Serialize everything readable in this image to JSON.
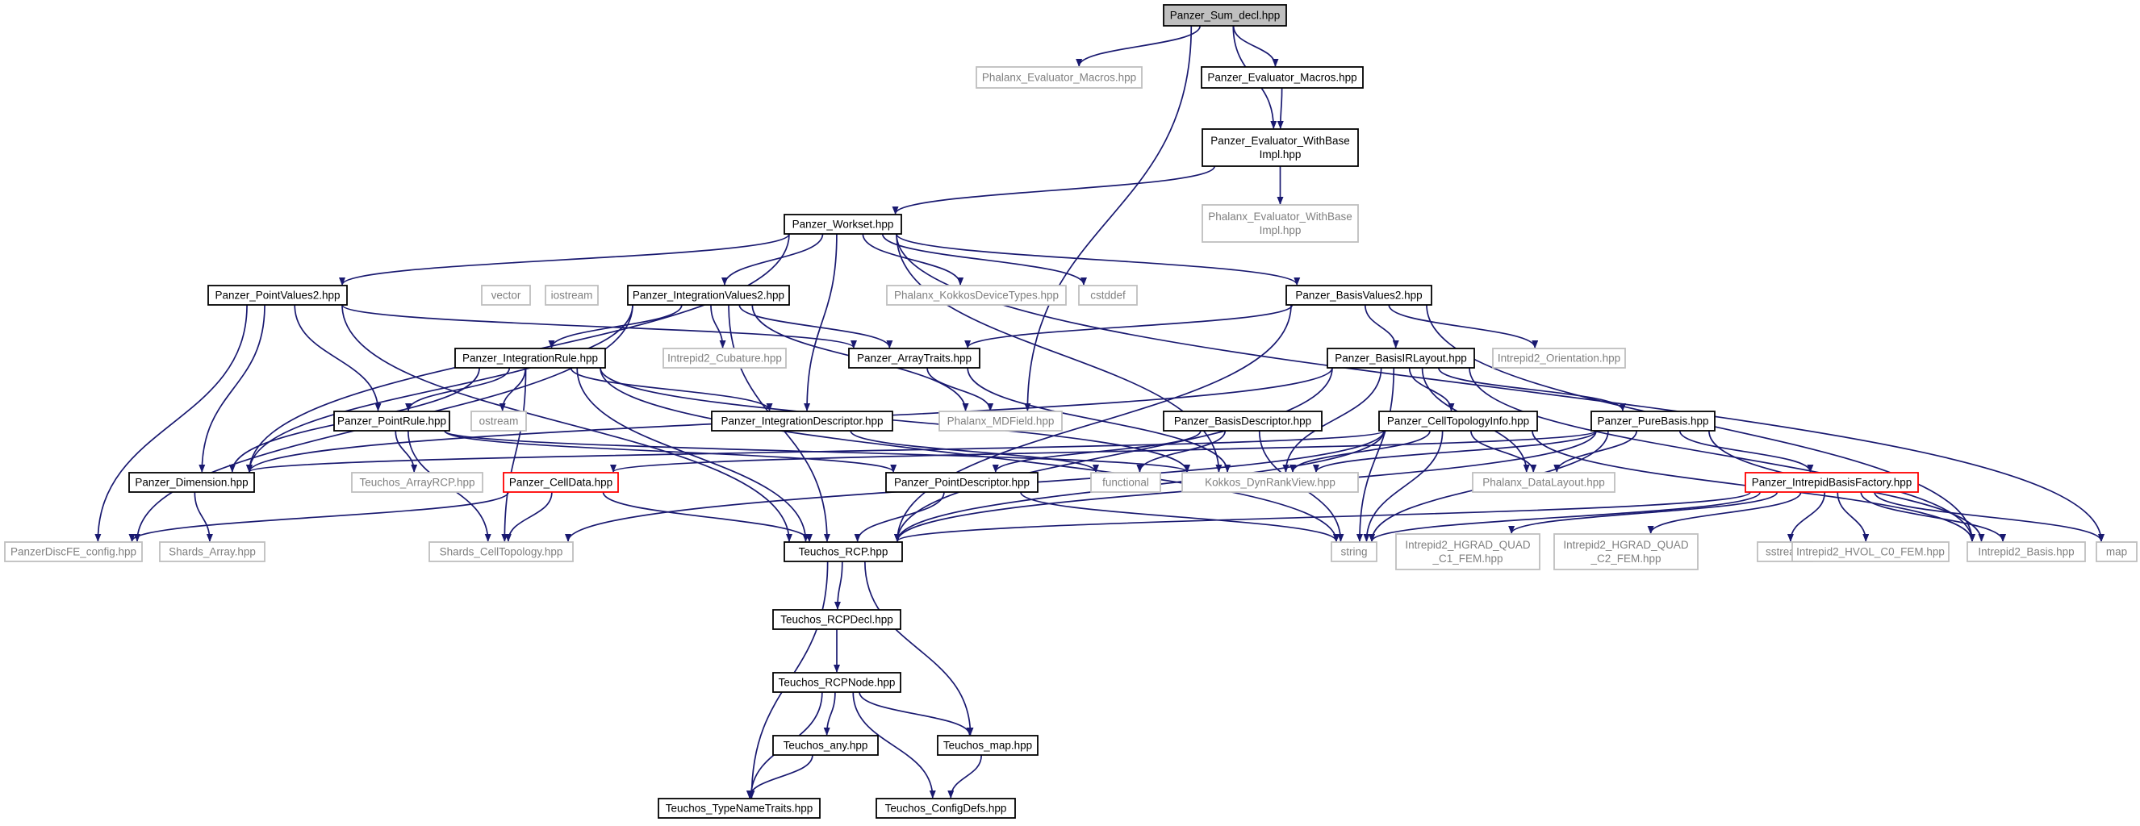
{
  "title": "Panzer_Sum_decl.hpp",
  "colors": {
    "edge": "#191970",
    "documented_border": "#000000",
    "external_border": "#bfbfbf",
    "external_text": "#808080",
    "incomplete_border": "#ff0000",
    "root_fill": "#bfbfbf",
    "text": "#000000"
  },
  "nodes": [
    {
      "id": "sum_decl",
      "lines": [
        "Panzer_Sum_decl.hpp"
      ],
      "kind": "root"
    },
    {
      "id": "phx_eval_macros",
      "lines": [
        "Phalanx_Evaluator_Macros.hpp"
      ],
      "kind": "external"
    },
    {
      "id": "pz_eval_macros",
      "lines": [
        "Panzer_Evaluator_Macros.hpp"
      ],
      "kind": "documented"
    },
    {
      "id": "pz_eval_withbase",
      "lines": [
        "Panzer_Evaluator_WithBase",
        "Impl.hpp"
      ],
      "kind": "documented"
    },
    {
      "id": "phx_eval_withbase",
      "lines": [
        "Phalanx_Evaluator_WithBase",
        "Impl.hpp"
      ],
      "kind": "external"
    },
    {
      "id": "workset",
      "lines": [
        "Panzer_Workset.hpp"
      ],
      "kind": "documented"
    },
    {
      "id": "pointvalues2",
      "lines": [
        "Panzer_PointValues2.hpp"
      ],
      "kind": "documented"
    },
    {
      "id": "vector",
      "lines": [
        "vector"
      ],
      "kind": "external"
    },
    {
      "id": "iostream",
      "lines": [
        "iostream"
      ],
      "kind": "external"
    },
    {
      "id": "intvalues2",
      "lines": [
        "Panzer_IntegrationValues2.hpp"
      ],
      "kind": "documented"
    },
    {
      "id": "kokkosdevtypes",
      "lines": [
        "Phalanx_KokkosDeviceTypes.hpp"
      ],
      "kind": "external"
    },
    {
      "id": "cstddef",
      "lines": [
        "cstddef"
      ],
      "kind": "external"
    },
    {
      "id": "basisvalues2",
      "lines": [
        "Panzer_BasisValues2.hpp"
      ],
      "kind": "documented"
    },
    {
      "id": "introrule",
      "lines": [
        "Panzer_IntegrationRule.hpp"
      ],
      "kind": "documented"
    },
    {
      "id": "intrepid_cubature",
      "lines": [
        "Intrepid2_Cubature.hpp"
      ],
      "kind": "external"
    },
    {
      "id": "arraytraits",
      "lines": [
        "Panzer_ArrayTraits.hpp"
      ],
      "kind": "documented"
    },
    {
      "id": "basisirlayout",
      "lines": [
        "Panzer_BasisIRLayout.hpp"
      ],
      "kind": "documented"
    },
    {
      "id": "intrepid_orientation",
      "lines": [
        "Intrepid2_Orientation.hpp"
      ],
      "kind": "external"
    },
    {
      "id": "pointrule",
      "lines": [
        "Panzer_PointRule.hpp"
      ],
      "kind": "documented"
    },
    {
      "id": "ostream",
      "lines": [
        "ostream"
      ],
      "kind": "external"
    },
    {
      "id": "intdescriptor",
      "lines": [
        "Panzer_IntegrationDescriptor.hpp"
      ],
      "kind": "documented"
    },
    {
      "id": "mdfield",
      "lines": [
        "Phalanx_MDField.hpp"
      ],
      "kind": "external"
    },
    {
      "id": "basisdescriptor",
      "lines": [
        "Panzer_BasisDescriptor.hpp"
      ],
      "kind": "documented"
    },
    {
      "id": "celltopoinfo",
      "lines": [
        "Panzer_CellTopologyInfo.hpp"
      ],
      "kind": "documented"
    },
    {
      "id": "purebasis",
      "lines": [
        "Panzer_PureBasis.hpp"
      ],
      "kind": "documented"
    },
    {
      "id": "dimension",
      "lines": [
        "Panzer_Dimension.hpp"
      ],
      "kind": "documented"
    },
    {
      "id": "teuchos_arrayrcp",
      "lines": [
        "Teuchos_ArrayRCP.hpp"
      ],
      "kind": "external"
    },
    {
      "id": "celldata",
      "lines": [
        "Panzer_CellData.hpp"
      ],
      "kind": "incomplete"
    },
    {
      "id": "pointdescriptor",
      "lines": [
        "Panzer_PointDescriptor.hpp"
      ],
      "kind": "documented"
    },
    {
      "id": "functional",
      "lines": [
        "functional"
      ],
      "kind": "external"
    },
    {
      "id": "dynrankview",
      "lines": [
        "Kokkos_DynRankView.hpp"
      ],
      "kind": "external"
    },
    {
      "id": "datalayout",
      "lines": [
        "Phalanx_DataLayout.hpp"
      ],
      "kind": "external"
    },
    {
      "id": "intrepidbasisfactory",
      "lines": [
        "Panzer_IntrepidBasisFactory.hpp"
      ],
      "kind": "incomplete"
    },
    {
      "id": "discfe_config",
      "lines": [
        "PanzerDiscFE_config.hpp"
      ],
      "kind": "external"
    },
    {
      "id": "shards_array",
      "lines": [
        "Shards_Array.hpp"
      ],
      "kind": "external"
    },
    {
      "id": "shards_celltopo",
      "lines": [
        "Shards_CellTopology.hpp"
      ],
      "kind": "external"
    },
    {
      "id": "teuchos_rcp",
      "lines": [
        "Teuchos_RCP.hpp"
      ],
      "kind": "documented"
    },
    {
      "id": "string",
      "lines": [
        "string"
      ],
      "kind": "external"
    },
    {
      "id": "hgrad_c1",
      "lines": [
        "Intrepid2_HGRAD_QUAD",
        "_C1_FEM.hpp"
      ],
      "kind": "external"
    },
    {
      "id": "hgrad_c2",
      "lines": [
        "Intrepid2_HGRAD_QUAD",
        "_C2_FEM.hpp"
      ],
      "kind": "external"
    },
    {
      "id": "sstream",
      "lines": [
        "sstream"
      ],
      "kind": "external"
    },
    {
      "id": "hvol_c0",
      "lines": [
        "Intrepid2_HVOL_C0_FEM.hpp"
      ],
      "kind": "external"
    },
    {
      "id": "intrepid_basis",
      "lines": [
        "Intrepid2_Basis.hpp"
      ],
      "kind": "external"
    },
    {
      "id": "map",
      "lines": [
        "map"
      ],
      "kind": "external"
    },
    {
      "id": "rcpdecl",
      "lines": [
        "Teuchos_RCPDecl.hpp"
      ],
      "kind": "documented"
    },
    {
      "id": "rcpnode",
      "lines": [
        "Teuchos_RCPNode.hpp"
      ],
      "kind": "documented"
    },
    {
      "id": "teuchos_any",
      "lines": [
        "Teuchos_any.hpp"
      ],
      "kind": "documented"
    },
    {
      "id": "teuchos_map",
      "lines": [
        "Teuchos_map.hpp"
      ],
      "kind": "documented"
    },
    {
      "id": "typenametraits",
      "lines": [
        "Teuchos_TypeNameTraits.hpp"
      ],
      "kind": "documented"
    },
    {
      "id": "configdefs",
      "lines": [
        "Teuchos_ConfigDefs.hpp"
      ],
      "kind": "documented"
    }
  ],
  "edges": [
    [
      "sum_decl",
      "phx_eval_macros"
    ],
    [
      "sum_decl",
      "pz_eval_macros"
    ],
    [
      "sum_decl",
      "pz_eval_withbase"
    ],
    [
      "sum_decl",
      "mdfield"
    ],
    [
      "pz_eval_macros",
      "pz_eval_withbase"
    ],
    [
      "pz_eval_withbase",
      "phx_eval_withbase"
    ],
    [
      "pz_eval_withbase",
      "workset"
    ],
    [
      "workset",
      "pointvalues2"
    ],
    [
      "workset",
      "intvalues2"
    ],
    [
      "workset",
      "kokkosdevtypes"
    ],
    [
      "workset",
      "cstddef"
    ],
    [
      "workset",
      "basisvalues2"
    ],
    [
      "workset",
      "intdescriptor"
    ],
    [
      "workset",
      "dimension"
    ],
    [
      "workset",
      "map"
    ],
    [
      "workset",
      "dynrankview"
    ],
    [
      "pointvalues2",
      "arraytraits"
    ],
    [
      "pointvalues2",
      "pointrule"
    ],
    [
      "pointvalues2",
      "dimension"
    ],
    [
      "pointvalues2",
      "discfe_config"
    ],
    [
      "pointvalues2",
      "teuchos_rcp"
    ],
    [
      "intvalues2",
      "intrepid_cubature"
    ],
    [
      "intvalues2",
      "arraytraits"
    ],
    [
      "intvalues2",
      "introrule"
    ],
    [
      "intvalues2",
      "mdfield"
    ],
    [
      "intvalues2",
      "dimension"
    ],
    [
      "intvalues2",
      "discfe_config"
    ],
    [
      "intvalues2",
      "teuchos_rcp"
    ],
    [
      "basisvalues2",
      "arraytraits"
    ],
    [
      "basisvalues2",
      "basisirlayout"
    ],
    [
      "basisvalues2",
      "intrepid_orientation"
    ],
    [
      "basisvalues2",
      "intrepid_basis"
    ],
    [
      "basisvalues2",
      "teuchos_rcp"
    ],
    [
      "introrule",
      "pointrule"
    ],
    [
      "introrule",
      "ostream"
    ],
    [
      "introrule",
      "intdescriptor"
    ],
    [
      "introrule",
      "teuchos_rcp"
    ],
    [
      "introrule",
      "shards_celltopo"
    ],
    [
      "introrule",
      "string"
    ],
    [
      "introrule",
      "dimension"
    ],
    [
      "introrule",
      "dynrankview"
    ],
    [
      "arraytraits",
      "mdfield"
    ],
    [
      "arraytraits",
      "dynrankview"
    ],
    [
      "basisirlayout",
      "celltopoinfo"
    ],
    [
      "basisirlayout",
      "purebasis"
    ],
    [
      "basisirlayout",
      "dimension"
    ],
    [
      "basisirlayout",
      "datalayout"
    ],
    [
      "basisirlayout",
      "dynrankview"
    ],
    [
      "basisirlayout",
      "teuchos_rcp"
    ],
    [
      "basisirlayout",
      "string"
    ],
    [
      "basisirlayout",
      "intrepid_basis"
    ],
    [
      "pointrule",
      "teuchos_arrayrcp"
    ],
    [
      "pointrule",
      "pointdescriptor"
    ],
    [
      "pointrule",
      "shards_celltopo"
    ],
    [
      "pointrule",
      "dynrankview"
    ],
    [
      "intdescriptor",
      "functional"
    ],
    [
      "basisdescriptor",
      "pointdescriptor"
    ],
    [
      "basisdescriptor",
      "functional"
    ],
    [
      "basisdescriptor",
      "string"
    ],
    [
      "celltopoinfo",
      "dimension"
    ],
    [
      "celltopoinfo",
      "datalayout"
    ],
    [
      "celltopoinfo",
      "dynrankview"
    ],
    [
      "celltopoinfo",
      "shards_celltopo"
    ],
    [
      "celltopoinfo",
      "teuchos_rcp"
    ],
    [
      "celltopoinfo",
      "string"
    ],
    [
      "celltopoinfo",
      "intrepid_basis"
    ],
    [
      "purebasis",
      "intrepidbasisfactory"
    ],
    [
      "purebasis",
      "celldata"
    ],
    [
      "purebasis",
      "datalayout"
    ],
    [
      "purebasis",
      "dynrankview"
    ],
    [
      "purebasis",
      "teuchos_rcp"
    ],
    [
      "purebasis",
      "string"
    ],
    [
      "purebasis",
      "intrepid_basis"
    ],
    [
      "dimension",
      "shards_array"
    ],
    [
      "celldata",
      "shards_celltopo"
    ],
    [
      "celldata",
      "teuchos_rcp"
    ],
    [
      "celldata",
      "discfe_config"
    ],
    [
      "pointdescriptor",
      "teuchos_rcp"
    ],
    [
      "pointdescriptor",
      "string"
    ],
    [
      "intrepidbasisfactory",
      "hgrad_c1"
    ],
    [
      "intrepidbasisfactory",
      "hgrad_c2"
    ],
    [
      "intrepidbasisfactory",
      "sstream"
    ],
    [
      "intrepidbasisfactory",
      "hvol_c0"
    ],
    [
      "intrepidbasisfactory",
      "intrepid_basis"
    ],
    [
      "intrepidbasisfactory",
      "map"
    ],
    [
      "intrepidbasisfactory",
      "string"
    ],
    [
      "intrepidbasisfactory",
      "teuchos_rcp"
    ],
    [
      "teuchos_rcp",
      "rcpdecl"
    ],
    [
      "teuchos_rcp",
      "teuchos_map"
    ],
    [
      "teuchos_rcp",
      "typenametraits"
    ],
    [
      "rcpdecl",
      "rcpnode"
    ],
    [
      "rcpnode",
      "teuchos_any"
    ],
    [
      "rcpnode",
      "teuchos_map"
    ],
    [
      "rcpnode",
      "configdefs"
    ],
    [
      "rcpnode",
      "typenametraits"
    ],
    [
      "teuchos_any",
      "typenametraits"
    ],
    [
      "teuchos_map",
      "configdefs"
    ]
  ]
}
